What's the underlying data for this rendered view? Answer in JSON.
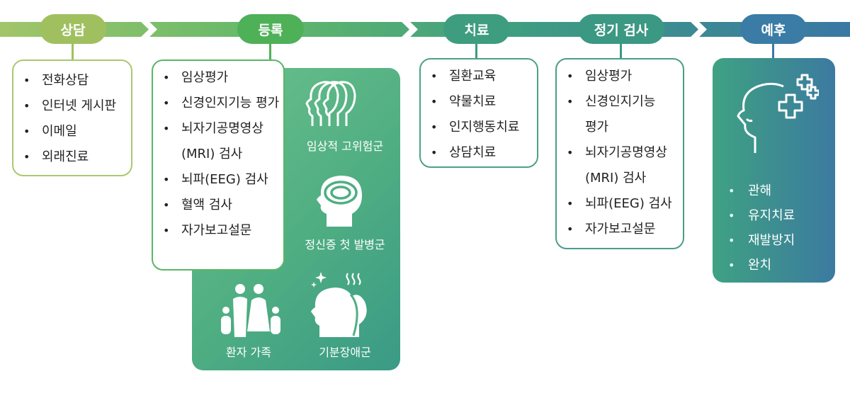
{
  "stages": [
    {
      "label": "상담",
      "color": "#9dbf5e",
      "items": [
        "전화상담",
        "인터넷 게시판",
        "이메일",
        "외래진료"
      ]
    },
    {
      "label": "등록",
      "color": "#4db158",
      "items": [
        "임상평가",
        "신경인지기능 평가",
        "뇌자기공명영상 (MRI) 검사",
        "뇌파(EEG) 검사",
        "혈액 검사",
        "자가보고설문"
      ]
    },
    {
      "label": "치료",
      "color": "#3d9c7e",
      "items": [
        "질환교육",
        "약물치료",
        "인지행동치료",
        "상담치료"
      ]
    },
    {
      "label": "정기 검사",
      "color": "#3b9682",
      "items": [
        "임상평가",
        "신경인지기능 평가",
        "뇌자기공명영상 (MRI) 검사",
        "뇌파(EEG) 검사",
        "자가보고설문"
      ]
    },
    {
      "label": "예후",
      "color": "#3a7ba4",
      "items": [
        "관해",
        "유지치료",
        "재발방지",
        "완치"
      ]
    }
  ],
  "groups": {
    "clinical_high_risk": "임상적 고위험군",
    "first_episode": "정신증 첫 발병군",
    "family": "환자 가족",
    "mood_disorder": "기분장애군"
  },
  "colors": {
    "band_start": "#9dc46a",
    "band_end": "#3a78a4",
    "group_bg": "#4fae82",
    "prognosis_bg": "#3c88a0"
  },
  "icons": [
    "head-profile-icon",
    "brain-head-icon",
    "family-icon",
    "mood-head-icon",
    "medical-cross-head-icon"
  ]
}
